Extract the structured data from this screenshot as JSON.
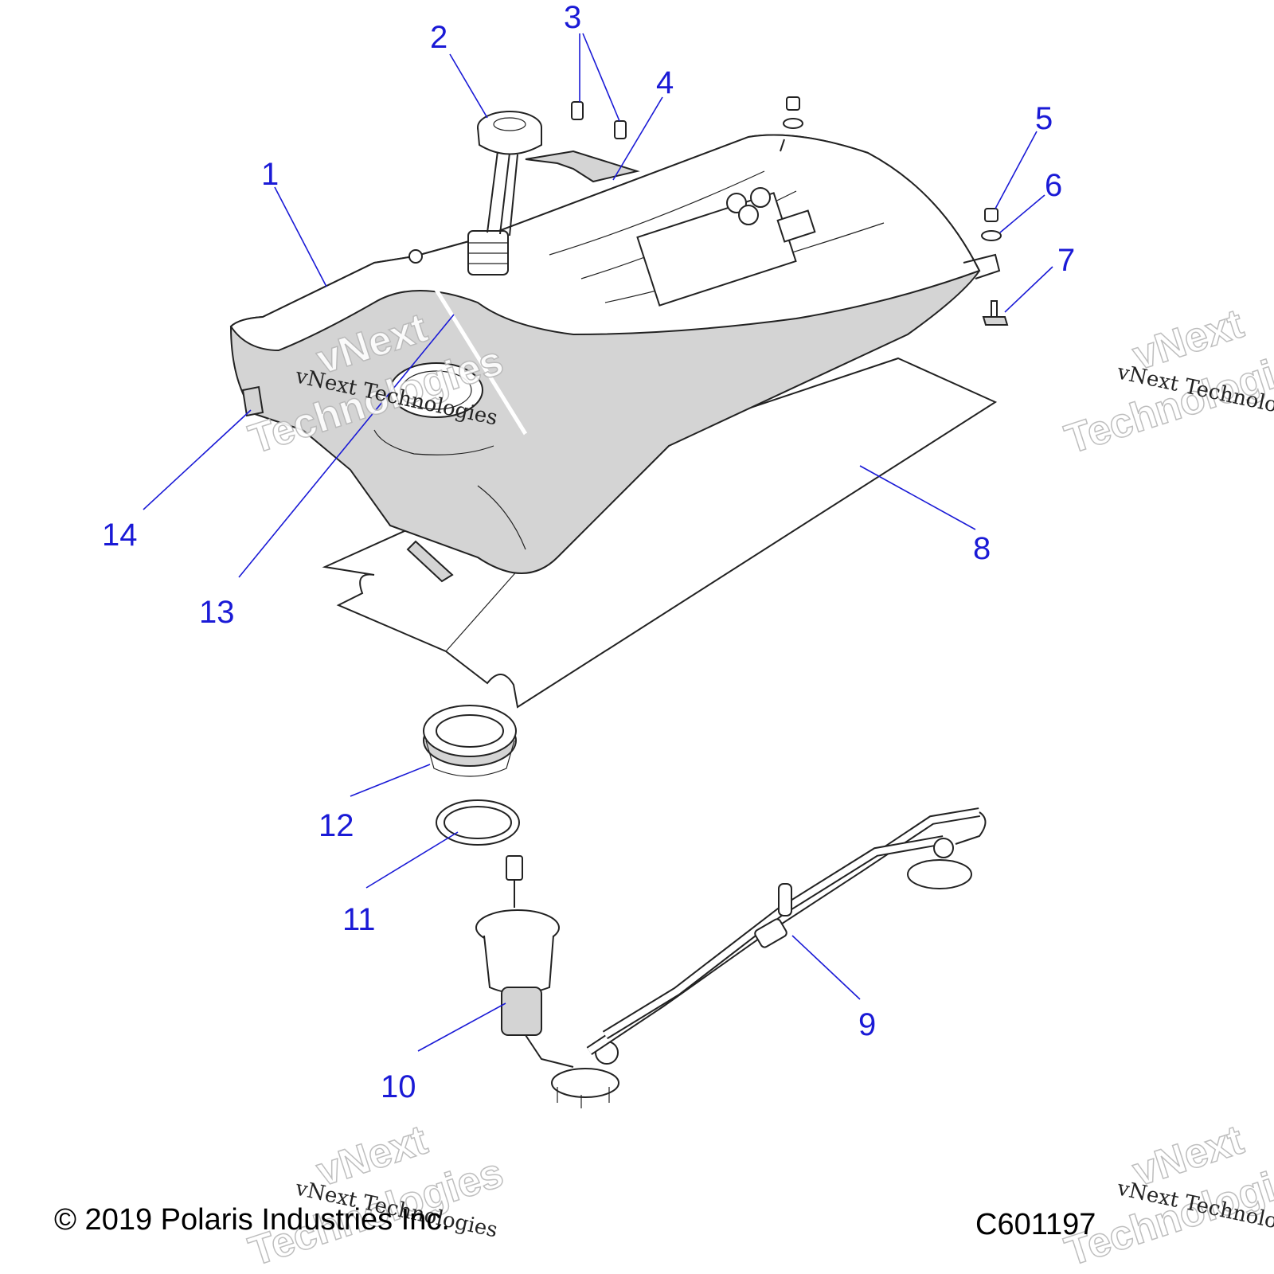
{
  "callouts": [
    "1",
    "2",
    "3",
    "4",
    "5",
    "6",
    "7",
    "8",
    "9",
    "10",
    "11",
    "12",
    "13",
    "14"
  ],
  "watermark": {
    "line1": "vNext",
    "line2": "Technologies",
    "small": "vNext Technologies"
  },
  "footer": {
    "copyright": "© 2019 Polaris Industries Inc.",
    "figure_code": "C601197"
  }
}
